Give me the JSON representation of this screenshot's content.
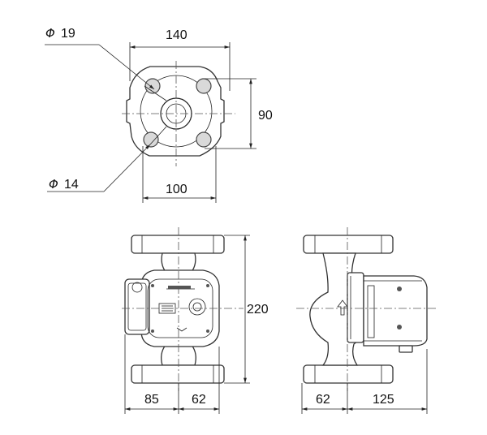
{
  "dimensions": {
    "d19_symbol": "Φ",
    "d19_value": "19",
    "w140": "140",
    "h90": "90",
    "d14_symbol": "Φ",
    "d14_value": "14",
    "w100": "100",
    "h220": "220",
    "w85": "85",
    "w62_front": "62",
    "w62_side": "62",
    "w125": "125"
  }
}
